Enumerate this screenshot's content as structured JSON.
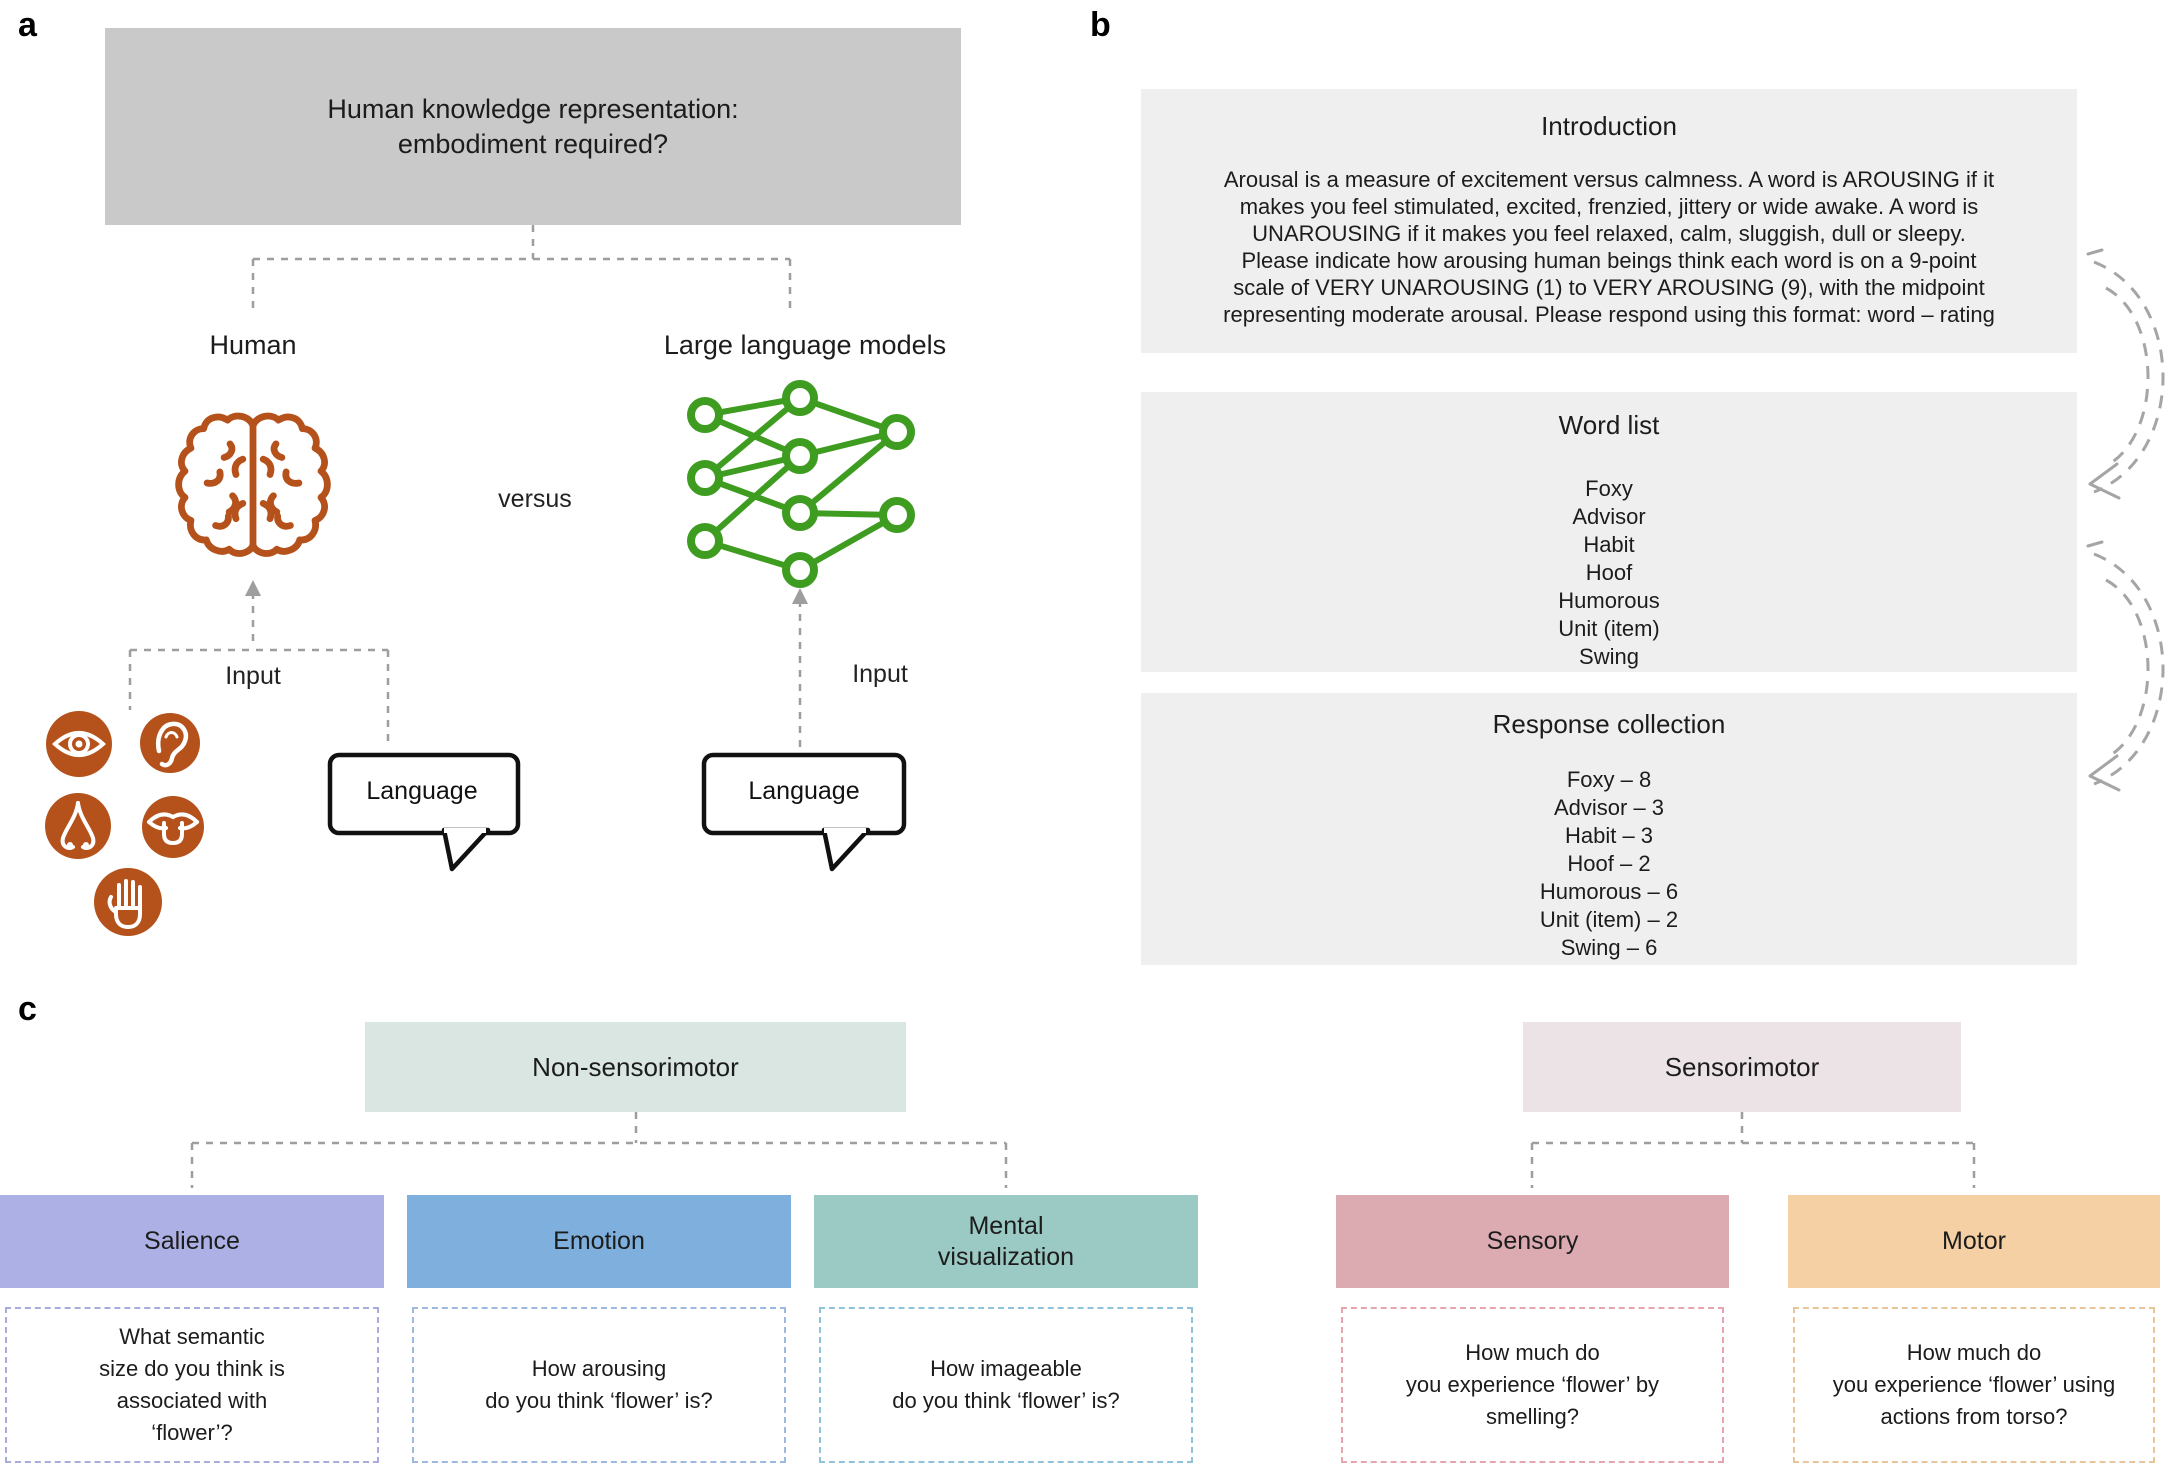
{
  "panel_a": {
    "label": "a",
    "title_box": "Human knowledge representation:\nembodiment required?",
    "versus": "versus",
    "left_branch": {
      "label": "Human",
      "icon": "brain-icon",
      "input_label": "Input",
      "bubble_label": "Language",
      "sense_icons": [
        "eye-icon",
        "ear-icon",
        "nose-icon",
        "tongue-icon",
        "hand-icon"
      ]
    },
    "right_branch": {
      "label": "Large language models",
      "icon": "neural-network-icon",
      "input_label": "Input",
      "bubble_label": "Language"
    }
  },
  "panel_b": {
    "label": "b",
    "introduction": {
      "title": "Introduction",
      "body": "Arousal is a measure of excitement versus calmness. A word is AROUSING if it\nmakes you feel stimulated, excited, frenzied, jittery or wide awake. A word is\nUNAROUSING if it makes you feel relaxed, calm, sluggish, dull or sleepy.\nPlease indicate how arousing human beings think each word is on a 9-point\nscale of VERY UNAROUSING (1) to VERY AROUSING (9), with the midpoint\nrepresenting moderate arousal. Please respond using this format: word – rating"
    },
    "word_list": {
      "title": "Word list",
      "items": [
        "Foxy",
        "Advisor",
        "Habit",
        "Hoof",
        "Humorous",
        "Unit (item)",
        "Swing"
      ]
    },
    "response_collection": {
      "title": "Response collection",
      "items": [
        "Foxy – 8",
        "Advisor – 3",
        "Habit – 3",
        "Hoof – 2",
        "Humorous – 6",
        "Unit (item) – 2",
        "Swing – 6"
      ]
    }
  },
  "panel_c": {
    "label": "c",
    "non_sensorimotor": {
      "title": "Non-sensorimotor",
      "children": [
        {
          "title": "Salience",
          "question": "What semantic\nsize do you think is\nassociated with\n‘flower’?"
        },
        {
          "title": "Emotion",
          "question": "How arousing\ndo you think ‘flower’ is?"
        },
        {
          "title": "Mental\nvisualization",
          "question": "How imageable\ndo you think ‘flower’ is?"
        }
      ]
    },
    "sensorimotor": {
      "title": "Sensorimotor",
      "children": [
        {
          "title": "Sensory",
          "question": "How much do\nyou experience ‘flower’ by\nsmelling?"
        },
        {
          "title": "Motor",
          "question": "How much do\nyou experience ‘flower’ using\nactions from torso?"
        }
      ]
    }
  },
  "colors": {
    "title_box_gray": "#c9c9c9",
    "panel_b_box_gray": "#efefef",
    "brain_orange": "#b5521c",
    "network_green": "#3e9c20",
    "connector_gray": "#9e9e9e",
    "non_sensorimotor_bg": "#d9e6e2",
    "sensorimotor_bg": "#ece3e6",
    "salience_bg": "#adb0e5",
    "emotion_bg": "#7fb0dd",
    "mental_visualization_bg": "#9bc9c3",
    "sensory_bg": "#dcabb1",
    "motor_bg": "#f6d0a5",
    "salience_border": "#a9abdf",
    "emotion_border": "#9db9e2",
    "mental_visualization_border": "#8fc3dc",
    "sensory_border": "#e7a6ad",
    "motor_border": "#e9c69a"
  }
}
